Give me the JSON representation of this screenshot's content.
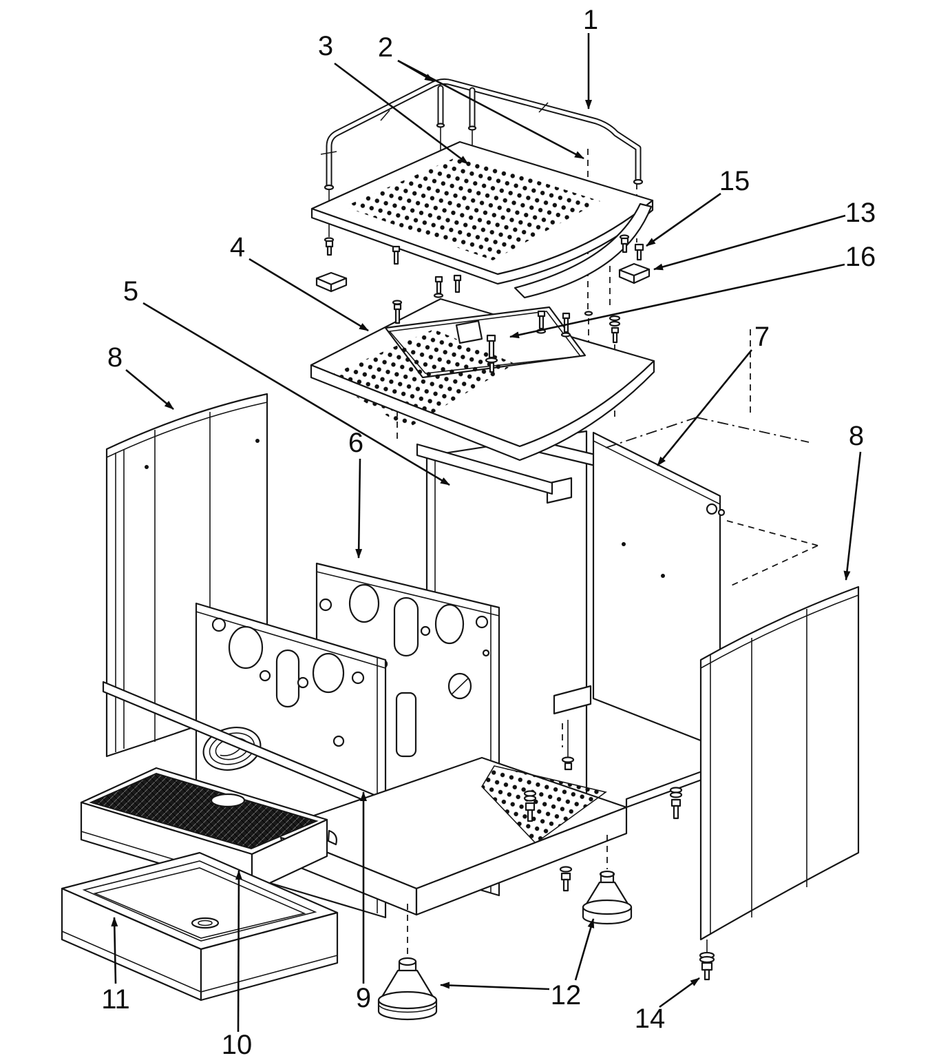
{
  "appearance": {
    "background": "#ffffff",
    "line_color": "#161616",
    "label_color": "#0c0c0c",
    "dark_grid_fill": "#1a1a1a"
  },
  "diagram": {
    "type": "exploded-parts-diagram",
    "callouts": [
      {
        "label": "1"
      },
      {
        "label": "2"
      },
      {
        "label": "3"
      },
      {
        "label": "4"
      },
      {
        "label": "5"
      },
      {
        "label": "6"
      },
      {
        "label": "7"
      },
      {
        "label": "8"
      },
      {
        "label": "8"
      },
      {
        "label": "9"
      },
      {
        "label": "10"
      },
      {
        "label": "11"
      },
      {
        "label": "12"
      },
      {
        "label": "13"
      },
      {
        "label": "14"
      },
      {
        "label": "15"
      },
      {
        "label": "16"
      }
    ]
  }
}
